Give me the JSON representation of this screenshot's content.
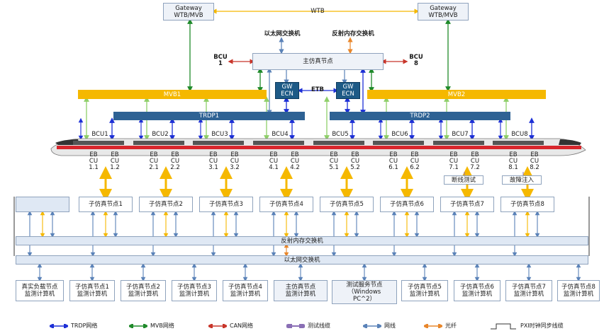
{
  "gateways": {
    "left": "Gateway\nWTB/MVB",
    "right": "Gateway\nWTB/MVB"
  },
  "wtb_label": "WTB",
  "eth_switch_top": "以太网交换机",
  "reflective_memory_switch_top": "反射内存交换机",
  "bcu1_top": "BCU\n1",
  "bcu8_top": "BCU\n8",
  "master_node": "主仿真节点",
  "gw_ecn_left": "GW\nECN",
  "gw_ecn_right": "GW\nECN",
  "etb_label": "ETB",
  "mvb1": "MVB1",
  "mvb2": "MVB2",
  "trdp1": "TRDP1",
  "trdp2": "TRDP2",
  "bcu_labels": [
    "BCU1",
    "BCU2",
    "BCU3",
    "BCU4",
    "BCU5",
    "BCU6",
    "BCU7",
    "BCU8"
  ],
  "ebcu_labels": [
    "EB\nCU\n1.1",
    "EB\nCU\n1.2",
    "EB\nCU\n2.1",
    "EB\nCU\n2.2",
    "EB\nCU\n3.1",
    "EB\nCU\n3.2",
    "EB\nCU\n4.1",
    "EB\nCU\n4.2",
    "EB\nCU\n5.1",
    "EB\nCU\n5.2",
    "EB\nCU\n6.1",
    "EB\nCU\n6.2",
    "EB\nCU\n7.1",
    "EB\nCU\n7.2",
    "EB\nCU\n8.1",
    "EB\nCU\n8.2"
  ],
  "fault_test": "断线测试",
  "fault_inject": "故障注入",
  "sub_nodes": [
    "",
    "子仿真节点1",
    "子仿真节点2",
    "子仿真节点3",
    "子仿真节点4",
    "子仿真节点5",
    "子仿真节点6",
    "子仿真节点7",
    "子仿真节点8"
  ],
  "reflective_memory_switch": "反射内存交换机",
  "eth_switch": "以太网交换机",
  "monitors": [
    "真实负载节点\n监测计算机",
    "子仿真节点1\n监测计算机",
    "子仿真节点2\n监测计算机",
    "子仿真节点3\n监测计算机",
    "子仿真节点4\n监测计算机",
    "主仿真节点\n监测计算机",
    "测试服务节点\n（Windows\nPC^2）",
    "子仿真节点5\n监测计算机",
    "子仿真节点6\n监测计算机",
    "子仿真节点7\n监测计算机",
    "子仿真节点8\n监测计算机"
  ],
  "legend": [
    "TRDP网络",
    "MVB网络",
    "CAN网络",
    "测试线缆",
    "网线",
    "光纤",
    "PXI时钟同步线缆"
  ],
  "colors": {
    "trdp": "#1c2fd6",
    "mvb": "#1f8a2a",
    "can": "#c8352a",
    "test": "#8a6fb5",
    "eth": "#5a82b8",
    "fiber": "#e8862a",
    "pxi": "#333333",
    "gold": "#f5b800",
    "train_red": "#d8262c"
  }
}
